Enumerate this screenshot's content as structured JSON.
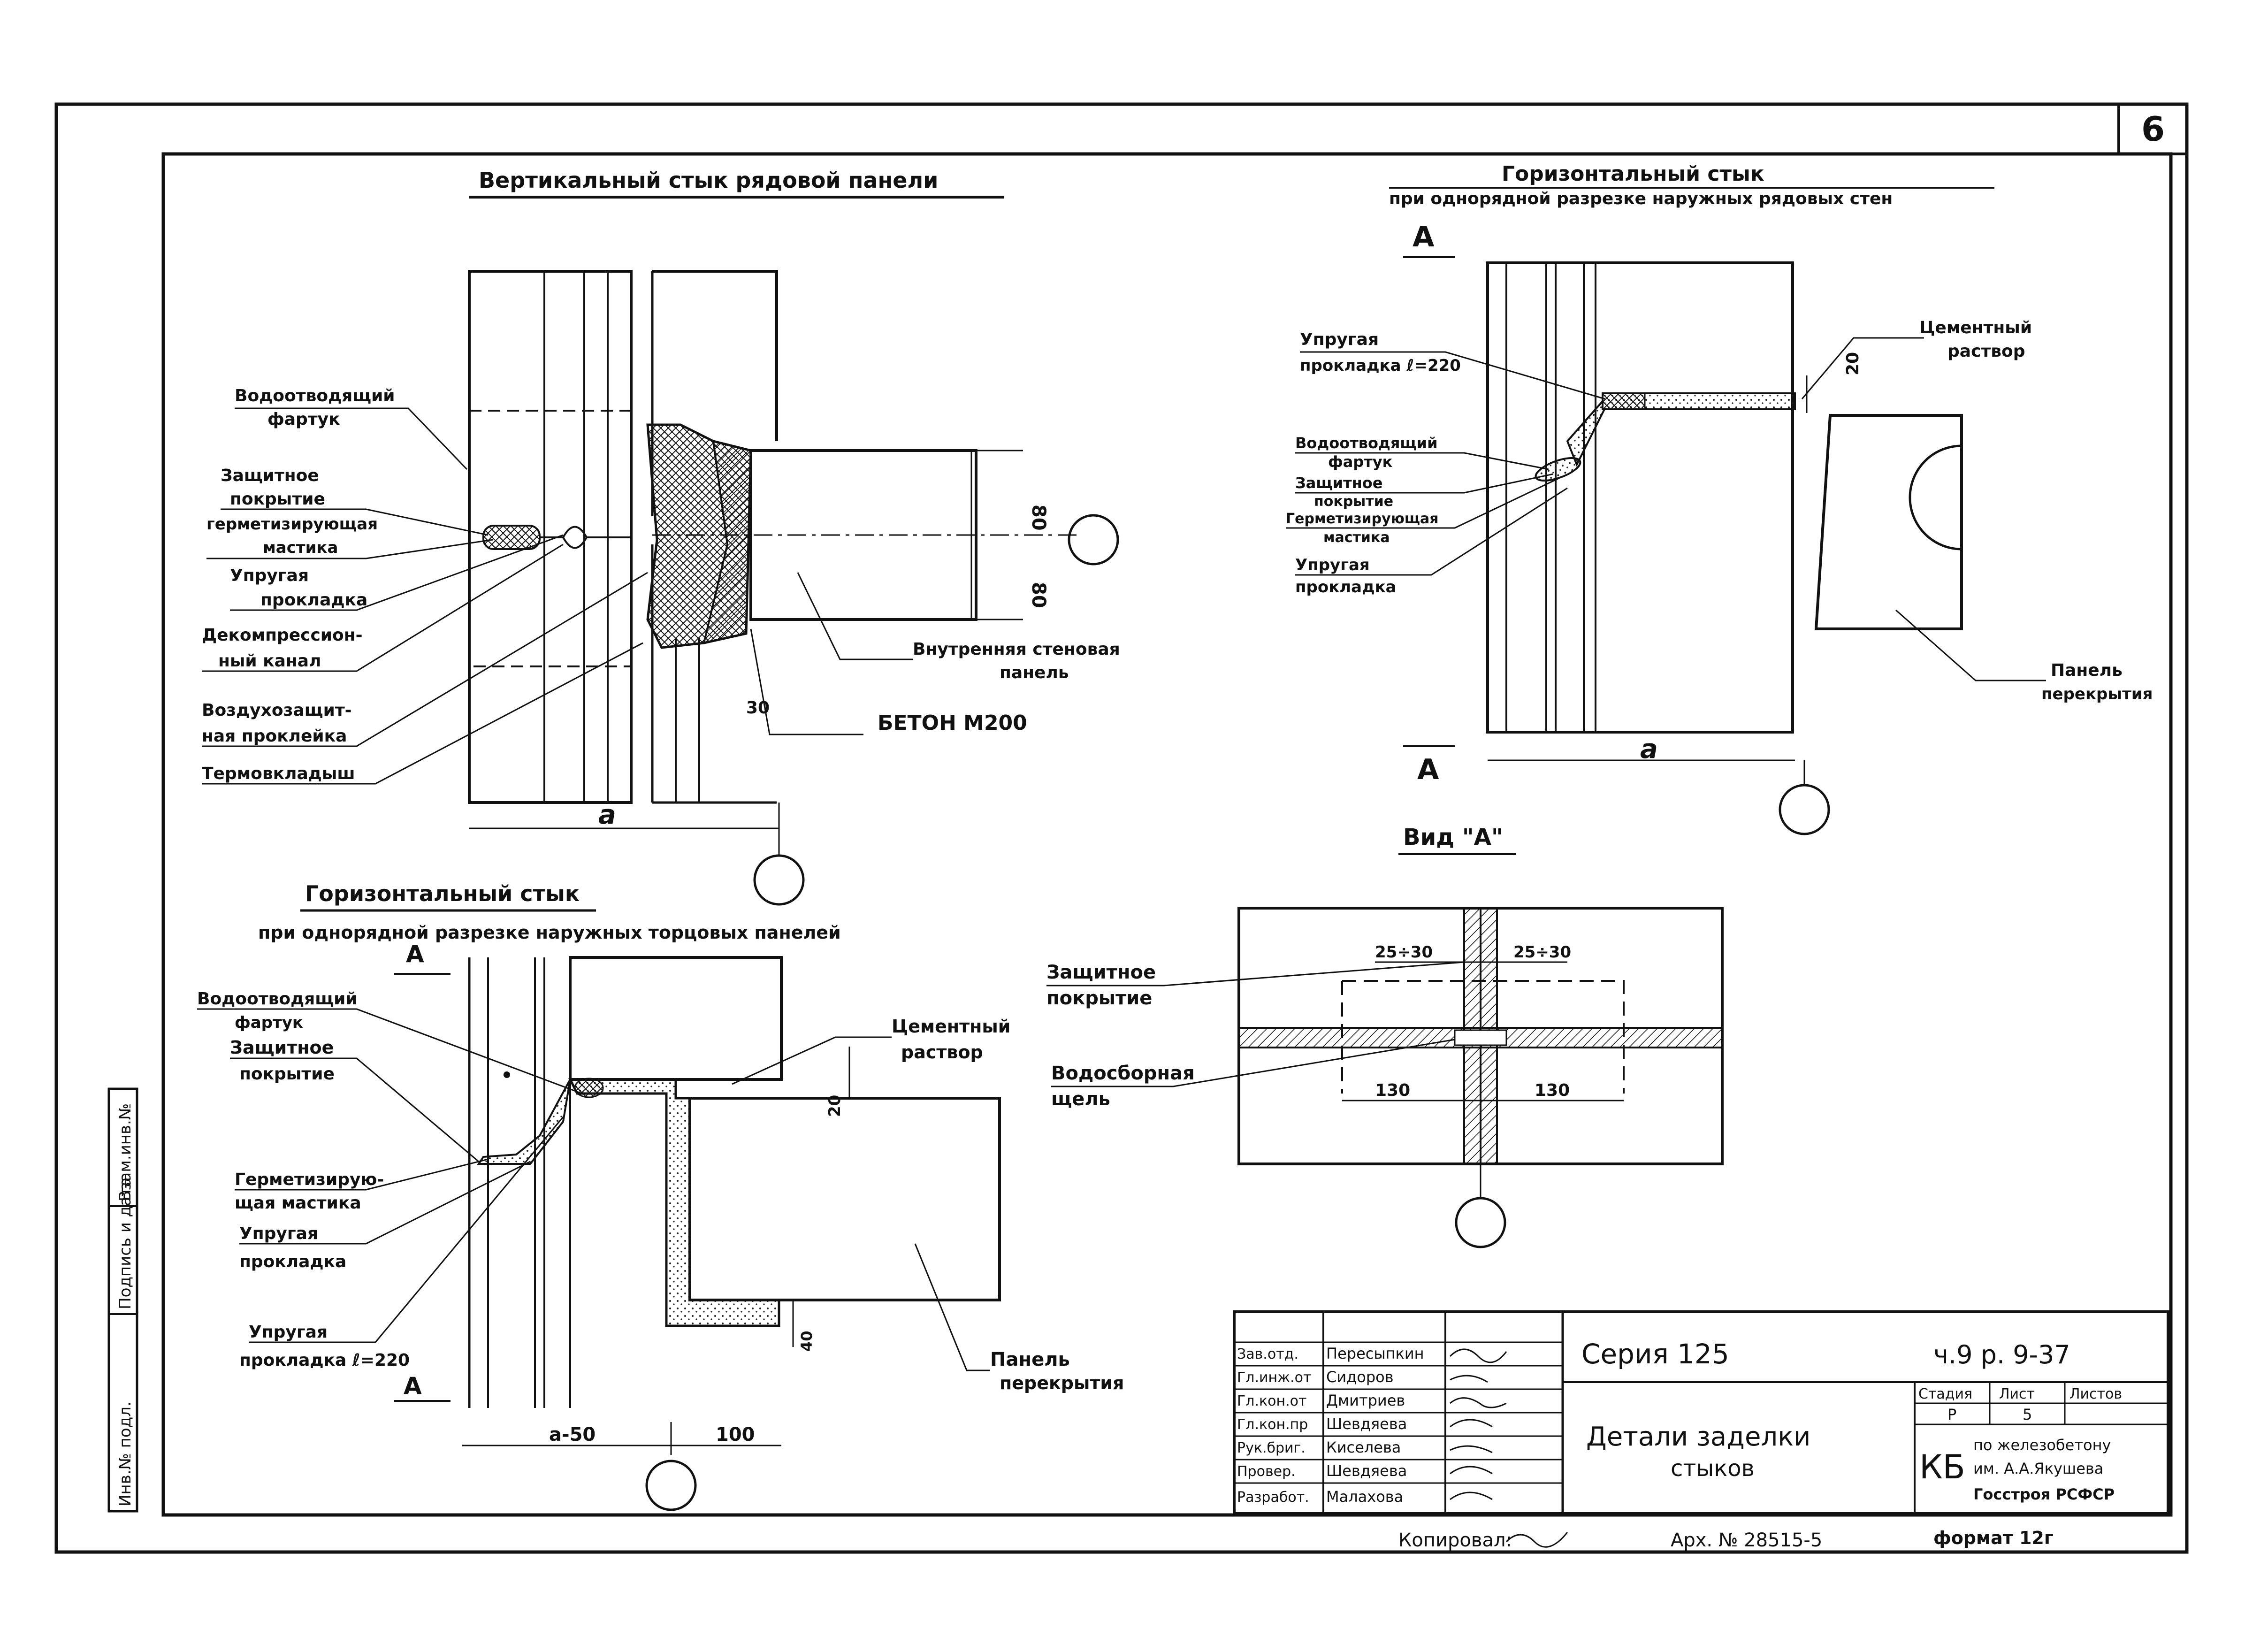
{
  "sheet": {
    "number": "6",
    "format": "формат 12г"
  },
  "vertical_joint": {
    "title": "Вертикальный стык рядовой панели",
    "labels": {
      "apron": [
        "Водоотводящий",
        "фартук"
      ],
      "protective": [
        "Защитное",
        "покрытие"
      ],
      "mastic": [
        "герметизирующая",
        "мастика"
      ],
      "gasket": [
        "Упругая",
        "прокладка"
      ],
      "decompression": [
        "Декомпрессион-",
        "ный канал"
      ],
      "airtight": [
        "Воздухозащит-",
        "ная проклейка"
      ],
      "insert": "Термовкладыш",
      "inner_panel": [
        "Внутренняя стеновая",
        "панель"
      ],
      "concrete": "БЕТОН М200"
    },
    "dims": {
      "d80a": "80",
      "d80b": "80",
      "d30": "30",
      "a": "а"
    }
  },
  "horizontal_joint_row": {
    "title": "Горизонтальный стык",
    "subtitle": "при однорядной разрезке наружных рядовых стен",
    "section_mark": "А",
    "labels": {
      "gasket220": [
        "Упругая",
        "прокладка ℓ=220"
      ],
      "apron": [
        "Водоотводящий",
        "фартук"
      ],
      "protective": [
        "Защитное",
        "покрытие"
      ],
      "mastic": [
        "Герметизирующая",
        "мастика"
      ],
      "gasket": [
        "Упругая",
        "прокладка"
      ],
      "mortar": [
        "Цементный",
        "раствор"
      ],
      "slab": [
        "Панель",
        "перекрытия"
      ]
    },
    "dims": {
      "d20": "20",
      "a": "а"
    }
  },
  "view_a": {
    "title": "Вид \"А\"",
    "labels": {
      "protective": [
        "Защитное",
        "покрытие"
      ],
      "slot": [
        "Водосборная",
        "щель"
      ]
    },
    "dims": {
      "left": "25÷30",
      "right": "25÷30",
      "l130": "130",
      "r130": "130"
    }
  },
  "horizontal_joint_end": {
    "title": "Горизонтальный стык",
    "subtitle": "при однорядной разрезке наружных торцовых панелей",
    "section_mark": "А",
    "labels": {
      "apron": [
        "Водоотводящий",
        "фартук"
      ],
      "protective": [
        "Защитное",
        "покрытие"
      ],
      "mastic": [
        "Герметизирую-",
        "щая мастика"
      ],
      "gasket": [
        "Упругая",
        "прокладка"
      ],
      "gasket220": [
        "Упругая",
        "прокладка ℓ=220"
      ],
      "mortar": [
        "Цементный",
        "раствор"
      ],
      "slab": [
        "Панель",
        "перекрытия"
      ]
    },
    "dims": {
      "d20": "20",
      "d40": "40",
      "a50": "а-50",
      "d100": "100"
    }
  },
  "side_stamp": [
    "Инв.№ подл.",
    "Подпись и дата",
    "Взам.инв.№"
  ],
  "title_block": {
    "roles": [
      "Зав.отд.",
      "Гл.инж.от",
      "Гл.кон.от",
      "Гл.кон.пр",
      "Рук.бриг.",
      "Провер.",
      "Разработ."
    ],
    "names": [
      "Пересыпкин",
      "Сидоров",
      "Дмитриев",
      "Шевдяева",
      "Киселева",
      "Шевдяева",
      "Малахова"
    ],
    "series": "Серия 125",
    "code": "ч.9  р. 9-37",
    "title": [
      "Детали заделки",
      "стыков"
    ],
    "stage_header": "Стадия",
    "sheet_header": "Лист",
    "sheets_header": "Листов",
    "stage": "Р",
    "sheet": "5",
    "org_mark": "КБ",
    "org": [
      "по железобетону",
      "им. А.А.Якушева",
      "Госстроя РСФСР"
    ]
  },
  "footer": {
    "copied": "Копировал:",
    "archive": "Арх. № 28515-5"
  }
}
